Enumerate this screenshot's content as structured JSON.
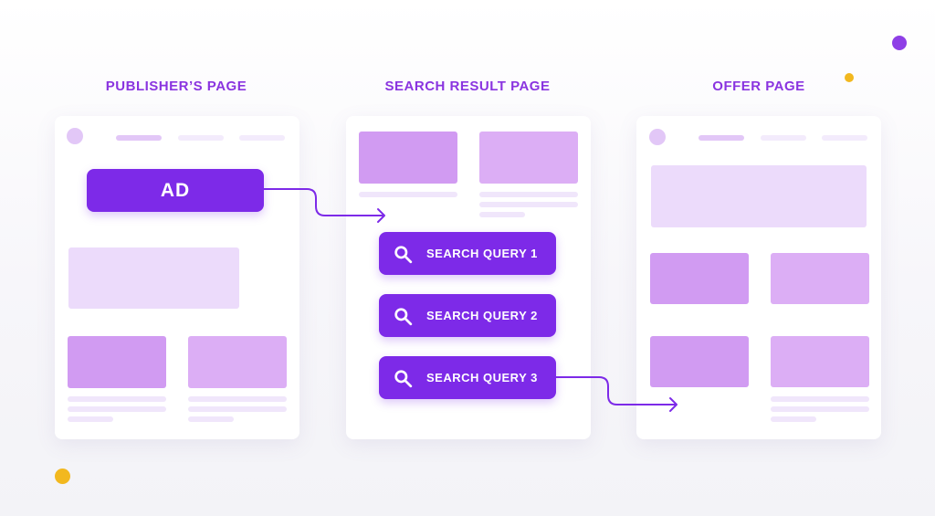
{
  "colors": {
    "accent": "#7d2ae8",
    "heading": "#8a34e0",
    "block_dark": "#d19bf2",
    "block_mid": "#dcaef5",
    "block_light": "#ecdbfb",
    "placeholder_line": "#f0e6fb",
    "nav_active": "#e2c7f7",
    "nav_inactive": "#f3ebfc",
    "dot_purple": "#8e3fe6",
    "dot_yellow": "#f2b81f"
  },
  "columns": {
    "publisher": {
      "heading": "PUBLISHER’S PAGE",
      "ad_label": "AD"
    },
    "search": {
      "heading": "SEARCH RESULT PAGE",
      "queries": [
        {
          "label": "SEARCH QUERY 1",
          "icon": "search-icon"
        },
        {
          "label": "SEARCH QUERY 2",
          "icon": "search-icon"
        },
        {
          "label": "SEARCH QUERY 3",
          "icon": "search-icon"
        }
      ]
    },
    "offer": {
      "heading": "OFFER PAGE"
    }
  }
}
